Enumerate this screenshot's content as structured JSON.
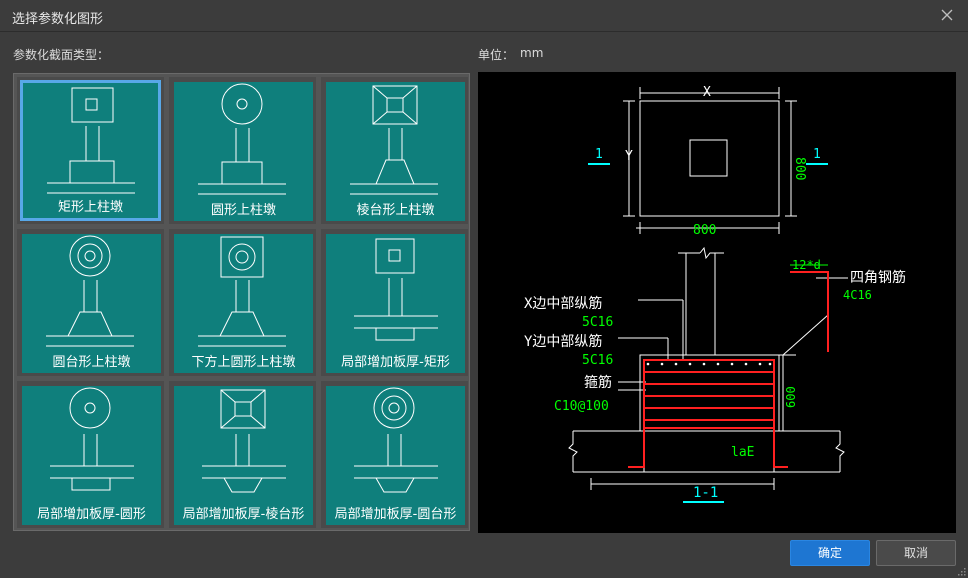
{
  "window": {
    "title": "选择参数化图形"
  },
  "section_type_label": "参数化截面类型：",
  "unit_label": "单位：",
  "unit_value": "mm",
  "types": [
    {
      "label": "矩形上柱墩",
      "selected": true
    },
    {
      "label": "圆形上柱墩",
      "selected": false
    },
    {
      "label": "棱台形上柱墩",
      "selected": false
    },
    {
      "label": "圆台形上柱墩",
      "selected": false
    },
    {
      "label": "下方上圆形上柱墩",
      "selected": false
    },
    {
      "label": "局部增加板厚-矩形",
      "selected": false
    },
    {
      "label": "局部增加板厚-圆形",
      "selected": false
    },
    {
      "label": "局部增加板厚-棱台形",
      "selected": false
    },
    {
      "label": "局部增加板厚-圆台形",
      "selected": false
    }
  ],
  "preview": {
    "x_label": "X",
    "y_label": "Y",
    "dim_bottom": "800",
    "dim_right": "800",
    "section_mark": "1",
    "x_rebar_label": "X边中部纵筋",
    "x_rebar_value": "5C16",
    "y_rebar_label": "Y边中部纵筋",
    "y_rebar_value": "5C16",
    "stirrup_label": "箍筋",
    "stirrup_value": "C10@100",
    "corner_rebar_label": "四角钢筋",
    "corner_rebar_value": "4C16",
    "anchor_label": "12*d",
    "height_dim": "600",
    "lae_label": "laE",
    "section_title": "1-1"
  },
  "buttons": {
    "ok": "确定",
    "cancel": "取消"
  },
  "colors": {
    "tile": "#0f7f7c",
    "selected_border": "#58a8e8",
    "cad_green": "#00ff00",
    "cad_cyan": "#00ffff",
    "cad_red": "#ff2020",
    "primary_button": "#1e76d2"
  }
}
